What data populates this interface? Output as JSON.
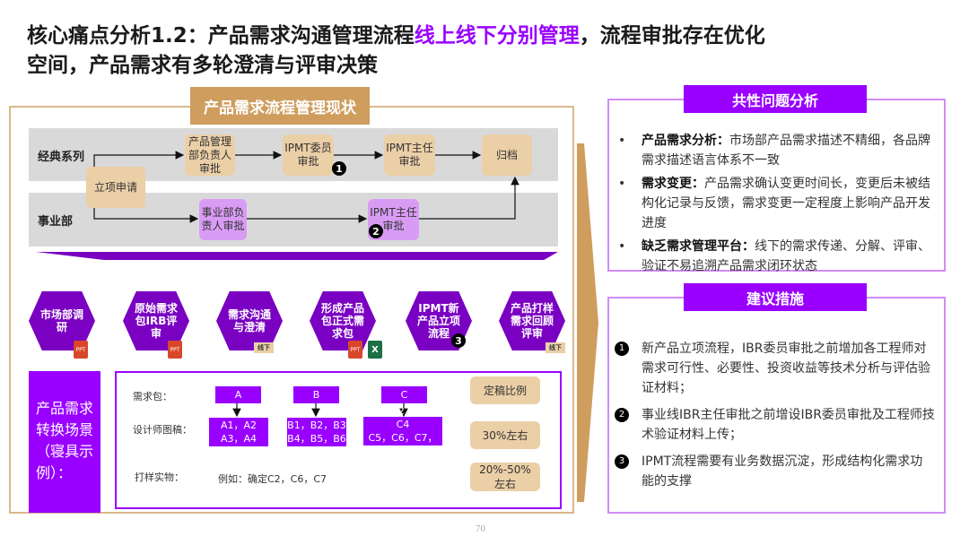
{
  "title": {
    "part1": "核心痛点分析1.2：产品需求沟通管理流程",
    "highlight": "线上线下分别管理",
    "part2": "，流程审批存在优化",
    "line2": "空间，产品需求有多轮澄清与评审决策"
  },
  "left": {
    "header": "产品需求流程管理现状",
    "lanes": {
      "classic": "经典系列",
      "division": "事业部"
    },
    "start": "立项申请",
    "classic_steps": [
      "产品管理部负责人审批",
      "IPMT委员审批",
      "IPMT主任审批",
      "归档"
    ],
    "division_steps": [
      "事业部负责人审批",
      "IPMT主任审批"
    ],
    "badges": [
      "1",
      "2",
      "3"
    ],
    "oa_title": "OA中主要流程节点",
    "oa_nodes": [
      "市场部调研",
      "原始需求包IRB评审",
      "需求沟通与澄清",
      "形成产品包正式需求包",
      "IPMT新产品立项流程",
      "产品打样需求回顾评审"
    ],
    "offline_tag": "线下",
    "file_icons": {
      "ppt": "PPT",
      "xls": "X"
    },
    "scene_label": "产品需求转换场景（寝具示例）：",
    "example": {
      "row_labels": [
        "需求包：",
        "设计师图稿：",
        "打样实物："
      ],
      "packages": [
        "A",
        "B",
        "C"
      ],
      "drafts": [
        [
          "A1，A2",
          "A3，A4"
        ],
        [
          "B1，B2，B3",
          "B4，B5，B6"
        ],
        [
          "C1，C2，C3，C4",
          "C5，C6，C7，V8"
        ]
      ],
      "sample": "例如：确定C2，C6，C7",
      "ratios": [
        "定稿比例",
        "30%左右",
        "20%-50%左右"
      ]
    }
  },
  "right": {
    "issues_header": "共性问题分析",
    "issues": [
      {
        "bullet": "•",
        "title": "产品需求分析：",
        "text": "市场部产品需求描述不精细，各品牌需求描述语言体系不一致"
      },
      {
        "bullet": "•",
        "title": "需求变更：",
        "text": "产品需求确认变更时间长，变更后未被结构化记录与反馈，需求变更一定程度上影响产品开发进度"
      },
      {
        "bullet": "•",
        "title": "缺乏需求管理平台：",
        "text": "线下的需求传递、分解、评审、验证不易追溯产品需求闭环状态"
      }
    ],
    "suggest_header": "建议措施",
    "suggestions": [
      {
        "num": "1",
        "text": "新产品立项流程，IBR委员审批之前增加各工程师对需求可行性、必要性、投资收益等技术分析与评估验证材料；"
      },
      {
        "num": "2",
        "text": "事业线IBR主任审批之前增设IBR委员审批及工程师技术验证材料上传；"
      },
      {
        "num": "3",
        "text": "IPMT流程需要有业务数据沉淀，形成结构化需求功能的支撑"
      }
    ]
  },
  "page_number": "70",
  "colors": {
    "purple": "#9900ff",
    "dark_purple": "#7a00c2",
    "tan": "#cf9d5e",
    "light_tan": "#ebcfa7"
  }
}
